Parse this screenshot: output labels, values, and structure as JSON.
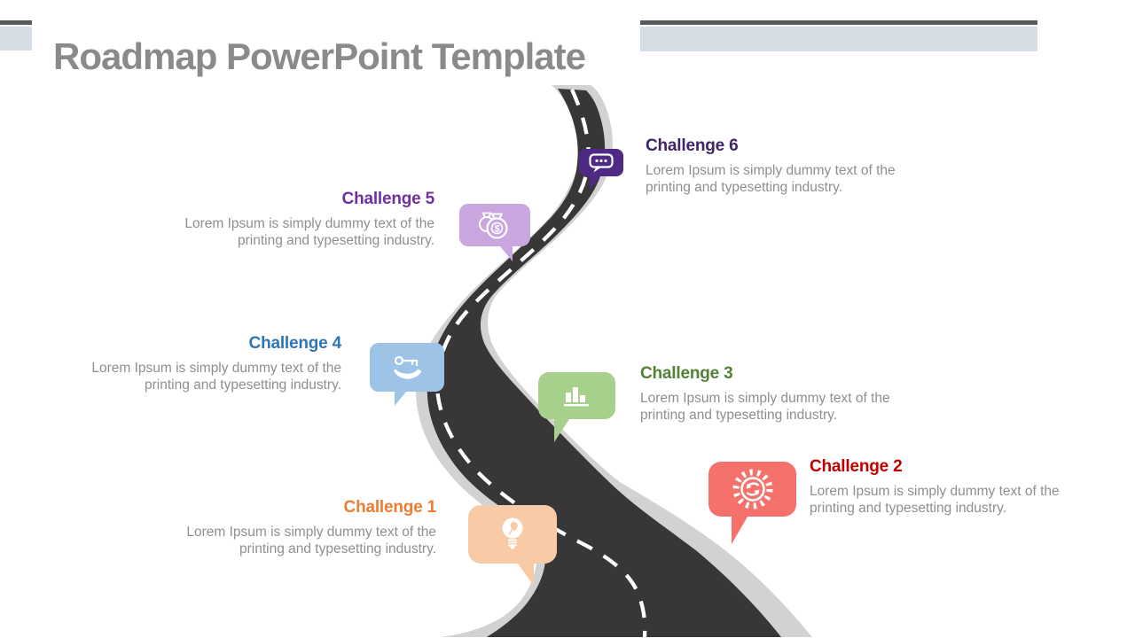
{
  "title": "Roadmap PowerPoint Template",
  "title_color": "#8a8a8a",
  "header": {
    "dark_bar_color": "#58595b",
    "light_bar_color": "#d7dde5"
  },
  "road": {
    "surface_color": "#393637",
    "shoulder_color": "#d2d2d2",
    "centerline_color": "#ffffff"
  },
  "challenges": [
    {
      "label": "Challenge 1",
      "body": "Lorem Ipsum is simply dummy text of the printing and typesetting industry.",
      "accent_color": "#ed7d31",
      "bubble_color": "#f8cba6",
      "icon": "lightbulb-leaf-icon"
    },
    {
      "label": "Challenge 2",
      "body": "Lorem Ipsum is simply dummy text of the printing and typesetting industry.",
      "accent_color": "#c00000",
      "bubble_color": "#f4716c",
      "icon": "sync-sun-icon"
    },
    {
      "label": "Challenge 3",
      "body": "Lorem Ipsum is simply dummy text of the printing and typesetting industry.",
      "accent_color": "#538135",
      "bubble_color": "#a8d08d",
      "icon": "bar-chart-icon"
    },
    {
      "label": "Challenge 4",
      "body": "Lorem Ipsum is simply dummy text of the printing and typesetting industry.",
      "accent_color": "#2e75b6",
      "bubble_color": "#9dc3e6",
      "icon": "key-in-hand-icon"
    },
    {
      "label": "Challenge 5",
      "body": "Lorem Ipsum is simply dummy text of the printing and typesetting industry.",
      "accent_color": "#7030a0",
      "bubble_color": "#c9a6df",
      "icon": "money-bag-icon"
    },
    {
      "label": "Challenge 6",
      "body": "Lorem Ipsum is simply dummy text of the printing and typesetting industry.",
      "accent_color": "#3f2566",
      "bubble_color": "#4e2a84",
      "icon": "chat-dots-icon"
    }
  ]
}
